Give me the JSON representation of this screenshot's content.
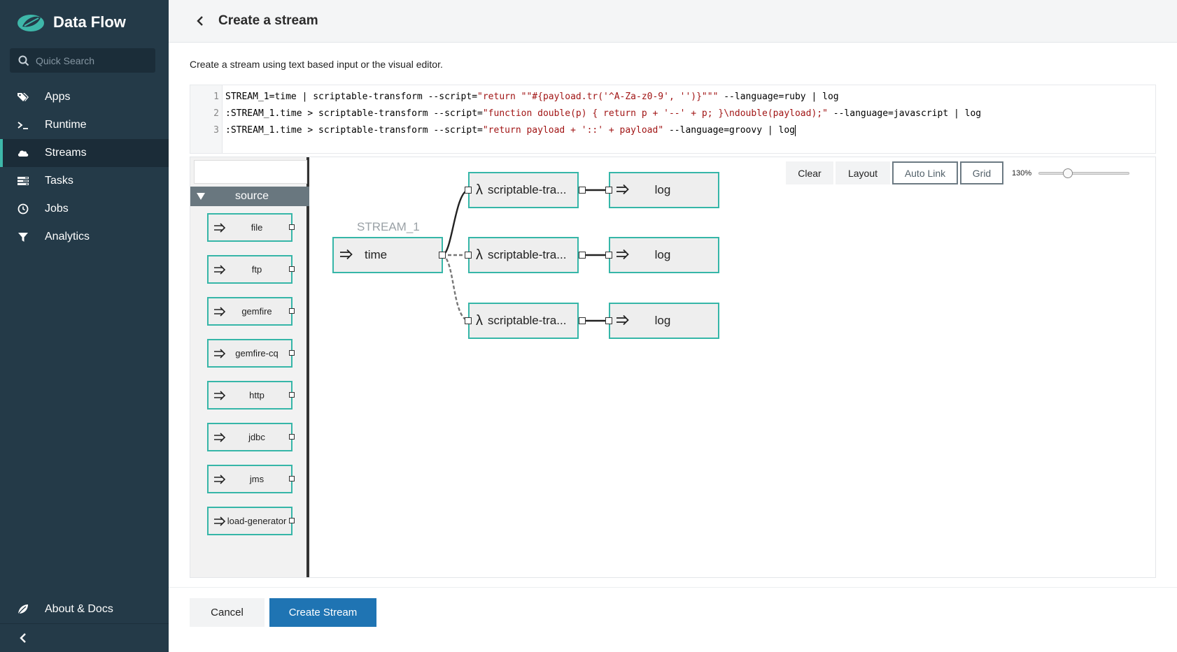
{
  "app": {
    "title": "Data Flow",
    "search_placeholder": "Quick Search"
  },
  "nav": {
    "items": [
      {
        "label": "Apps",
        "icon": "tags-icon"
      },
      {
        "label": "Runtime",
        "icon": "terminal-icon"
      },
      {
        "label": "Streams",
        "icon": "cloud-icon",
        "active": true
      },
      {
        "label": "Tasks",
        "icon": "tasks-icon"
      },
      {
        "label": "Jobs",
        "icon": "clock-icon"
      },
      {
        "label": "Analytics",
        "icon": "filter-icon"
      }
    ],
    "about": "About & Docs"
  },
  "header": {
    "title": "Create a stream"
  },
  "description": "Create a stream using text based input or the visual editor.",
  "editor": {
    "line_numbers": [
      "1",
      "2",
      "3"
    ],
    "lines": [
      [
        {
          "text": "STREAM_1=time | scriptable-transform --script=",
          "kind": "plain"
        },
        {
          "text": "\"return \"\"#{payload.tr('^A-Za-z0-9', '')}\"\"\"",
          "kind": "string"
        },
        {
          "text": " --language=ruby | log",
          "kind": "plain"
        }
      ],
      [
        {
          "text": ":STREAM_1.time > scriptable-transform --script=",
          "kind": "plain"
        },
        {
          "text": "\"function double(p) { return p + '--' + p; }\\ndouble(payload);\"",
          "kind": "string"
        },
        {
          "text": " --language=javascript | log",
          "kind": "plain"
        }
      ],
      [
        {
          "text": ":STREAM_1.time > scriptable-transform --script=",
          "kind": "plain"
        },
        {
          "text": "\"return payload + '::' + payload\"",
          "kind": "string"
        },
        {
          "text": " --language=groovy | log",
          "kind": "plain"
        }
      ]
    ]
  },
  "palette": {
    "group": "source",
    "items": [
      "file",
      "ftp",
      "gemfire",
      "gemfire-cq",
      "http",
      "jdbc",
      "jms",
      "load-generator"
    ]
  },
  "graph": {
    "stream_name": "STREAM_1",
    "source": "time",
    "processors": [
      "scriptable-tra...",
      "scriptable-tra...",
      "scriptable-tra..."
    ],
    "sinks": [
      "log",
      "log",
      "log"
    ]
  },
  "toolbar": {
    "clear": "Clear",
    "layout": "Layout",
    "auto_link": "Auto Link",
    "grid": "Grid",
    "zoom_label": "130%",
    "zoom_fraction": 0.3
  },
  "footer": {
    "cancel": "Cancel",
    "create": "Create Stream"
  },
  "colors": {
    "sidebar": "#243a48",
    "accent": "#36b6a8",
    "primary_button": "#1f74b3"
  }
}
